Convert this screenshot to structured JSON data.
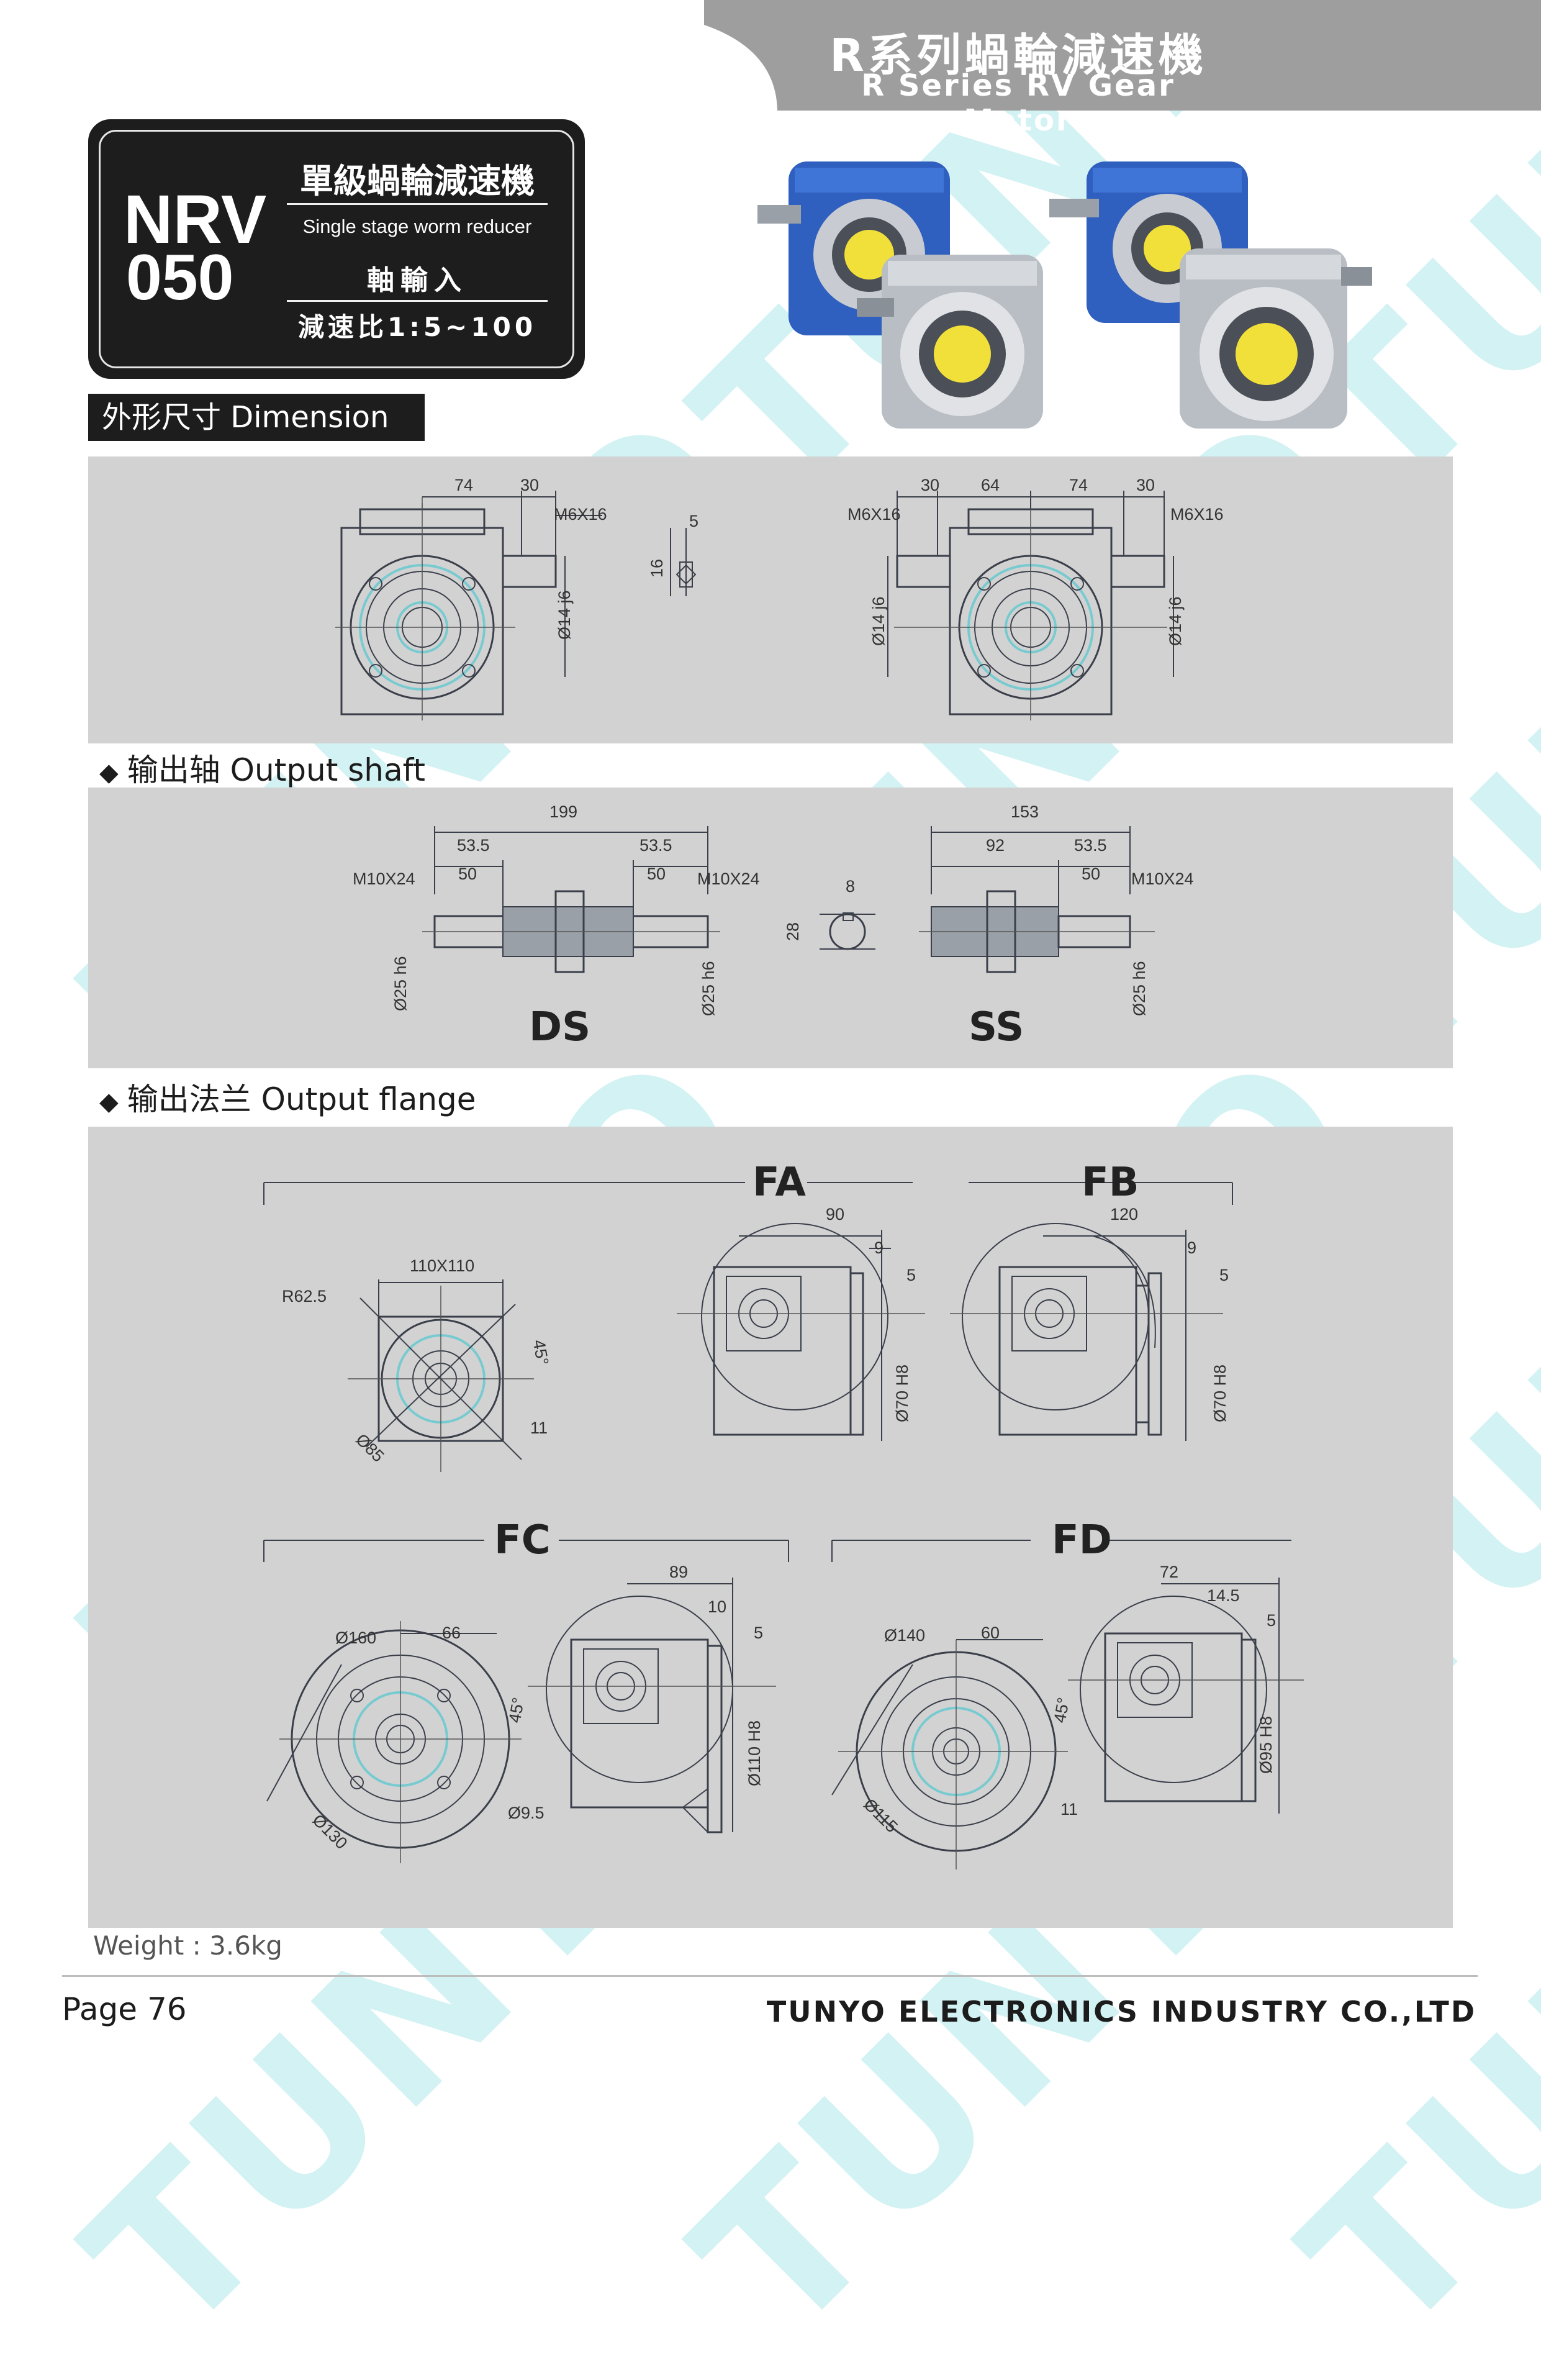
{
  "header": {
    "title_cn": "R系列蝸輪減速機",
    "title_en": "R Series RV Gear Motor"
  },
  "model_box": {
    "model_line1": "NRV",
    "model_line2": "050",
    "type_cn": "單級蝸輪減速機",
    "type_en": "Single stage worm reducer",
    "input_cn": "軸輸入",
    "ratio": "減速比1:5~100"
  },
  "sections": {
    "dimension": "外形尺寸 Dimension",
    "output_shaft": "输出轴 Output shaft",
    "output_flange": "输出法兰 Output flange",
    "bullet": "◆"
  },
  "dimension_labels": {
    "l74": "74",
    "l30": "30",
    "thread_left": "M6X16",
    "key5": "5",
    "key16": "16",
    "shaft_left": "Ø14 j6",
    "r30": "30",
    "r64": "64",
    "r74": "74",
    "r30b": "30",
    "thread_r1": "M6X16",
    "thread_r2": "M6X16",
    "shaft_r1": "Ø14 j6",
    "shaft_r2": "Ø14 j6"
  },
  "shaft_labels": {
    "ds_total": "199",
    "ds_535a": "53.5",
    "ds_535b": "53.5",
    "ds_50a": "50",
    "ds_50b": "50",
    "ds_thread_l": "M10X24",
    "ds_thread_r": "M10X24",
    "ds_dia_l": "Ø25 h6",
    "ds_dia_r": "Ø25 h6",
    "key8": "8",
    "key28": "28",
    "ss_total": "153",
    "ss_92": "92",
    "ss_535": "53.5",
    "ss_50": "50",
    "ss_thread": "M10X24",
    "ss_dia": "Ø25 h6",
    "ds": "DS",
    "ss": "SS"
  },
  "flange_labels": {
    "fa": "FA",
    "fb": "FB",
    "fc": "FC",
    "fd": "FD",
    "sq": "110X110",
    "r625": "R62.5",
    "deg45a": "45°",
    "d85": "Ø85",
    "h11a": "11",
    "fa90": "90",
    "fa9": "9",
    "fa5": "5",
    "fa70": "Ø70 H8",
    "fb120": "120",
    "fb9": "9",
    "fb5": "5",
    "fb70": "Ø70 H8",
    "fc160": "Ø160",
    "fc66": "66",
    "deg45b": "45°",
    "fc130": "Ø130",
    "fc95": "Ø9.5",
    "fc89": "89",
    "fc10": "10",
    "fc5": "5",
    "fc110": "Ø110 H8",
    "fd140": "Ø140",
    "fd60": "60",
    "deg45c": "45°",
    "fd115": "Ø115",
    "fd11": "11",
    "fd72": "72",
    "fd145": "14.5",
    "fd5": "5",
    "fd95": "Ø95 H8"
  },
  "footer": {
    "weight": "Weight : 3.6kg",
    "page": "Page 76",
    "company": "TUNYO ELECTRONICS INDUSTRY CO.,LTD"
  },
  "watermark": "TUNYO",
  "colors": {
    "header_gray": "#9e9e9e",
    "panel_gray": "#d2d2d2",
    "reducer_blue": "#2f5fbf",
    "reducer_silver": "#b9bec4",
    "flange_yellow": "#f2e03a",
    "watermark_cyan": "#9fe3e6"
  }
}
